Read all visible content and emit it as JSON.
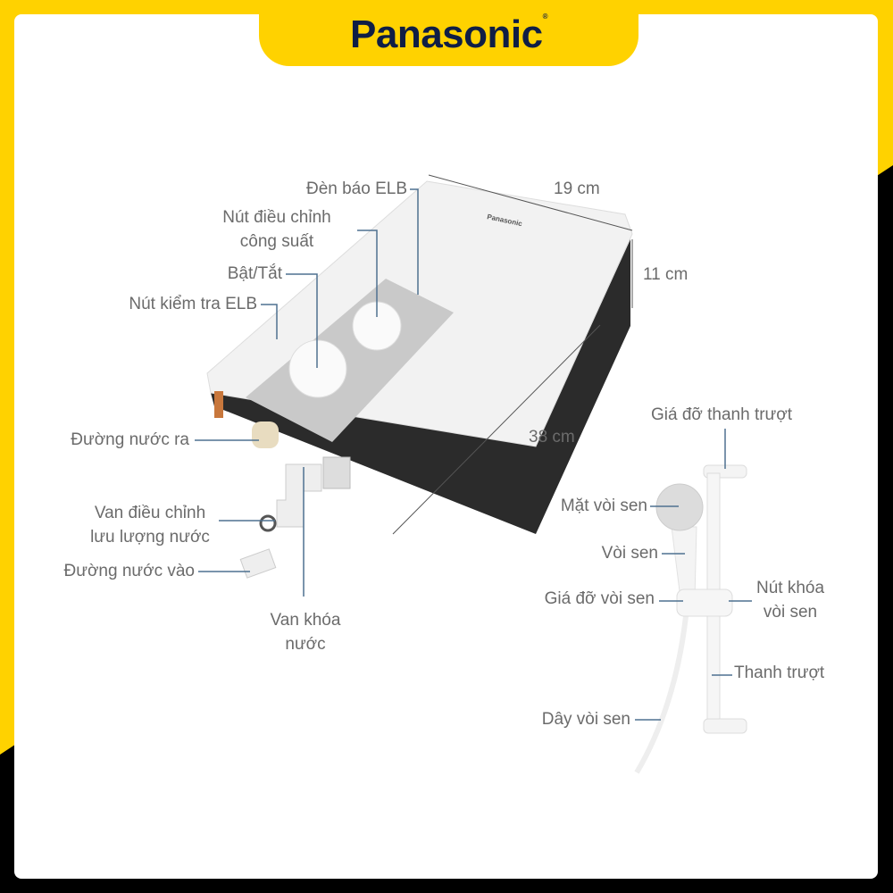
{
  "brand": "Panasonic",
  "colors": {
    "yellow": "#FFD200",
    "black": "#000000",
    "leader": "#4f7190",
    "text": "#6b6b6b",
    "logo": "#0f1e45"
  },
  "dimensions": {
    "width": "19 cm",
    "height": "11 cm",
    "length": "38 cm"
  },
  "heater_labels": {
    "elb_light": "Đèn báo ELB",
    "power_knob_1": "Nút điều chỉnh",
    "power_knob_2": "công suất",
    "on_off": "Bật/Tắt",
    "elb_test": "Nút kiểm tra ELB",
    "water_out": "Đường nước ra",
    "flow_valve_1": "Van điều chỉnh",
    "flow_valve_2": "lưu lượng nước",
    "water_in": "Đường nước vào",
    "shutoff_1": "Van khóa",
    "shutoff_2": "nước"
  },
  "shower_labels": {
    "rail_bracket": "Giá đỡ thanh trượt",
    "head_face": "Mặt vòi sen",
    "handset": "Vòi sen",
    "holder": "Giá đỡ vòi sen",
    "lock_1": "Nút khóa",
    "lock_2": "vòi sen",
    "rail": "Thanh trượt",
    "hose": "Dây vòi sen"
  }
}
